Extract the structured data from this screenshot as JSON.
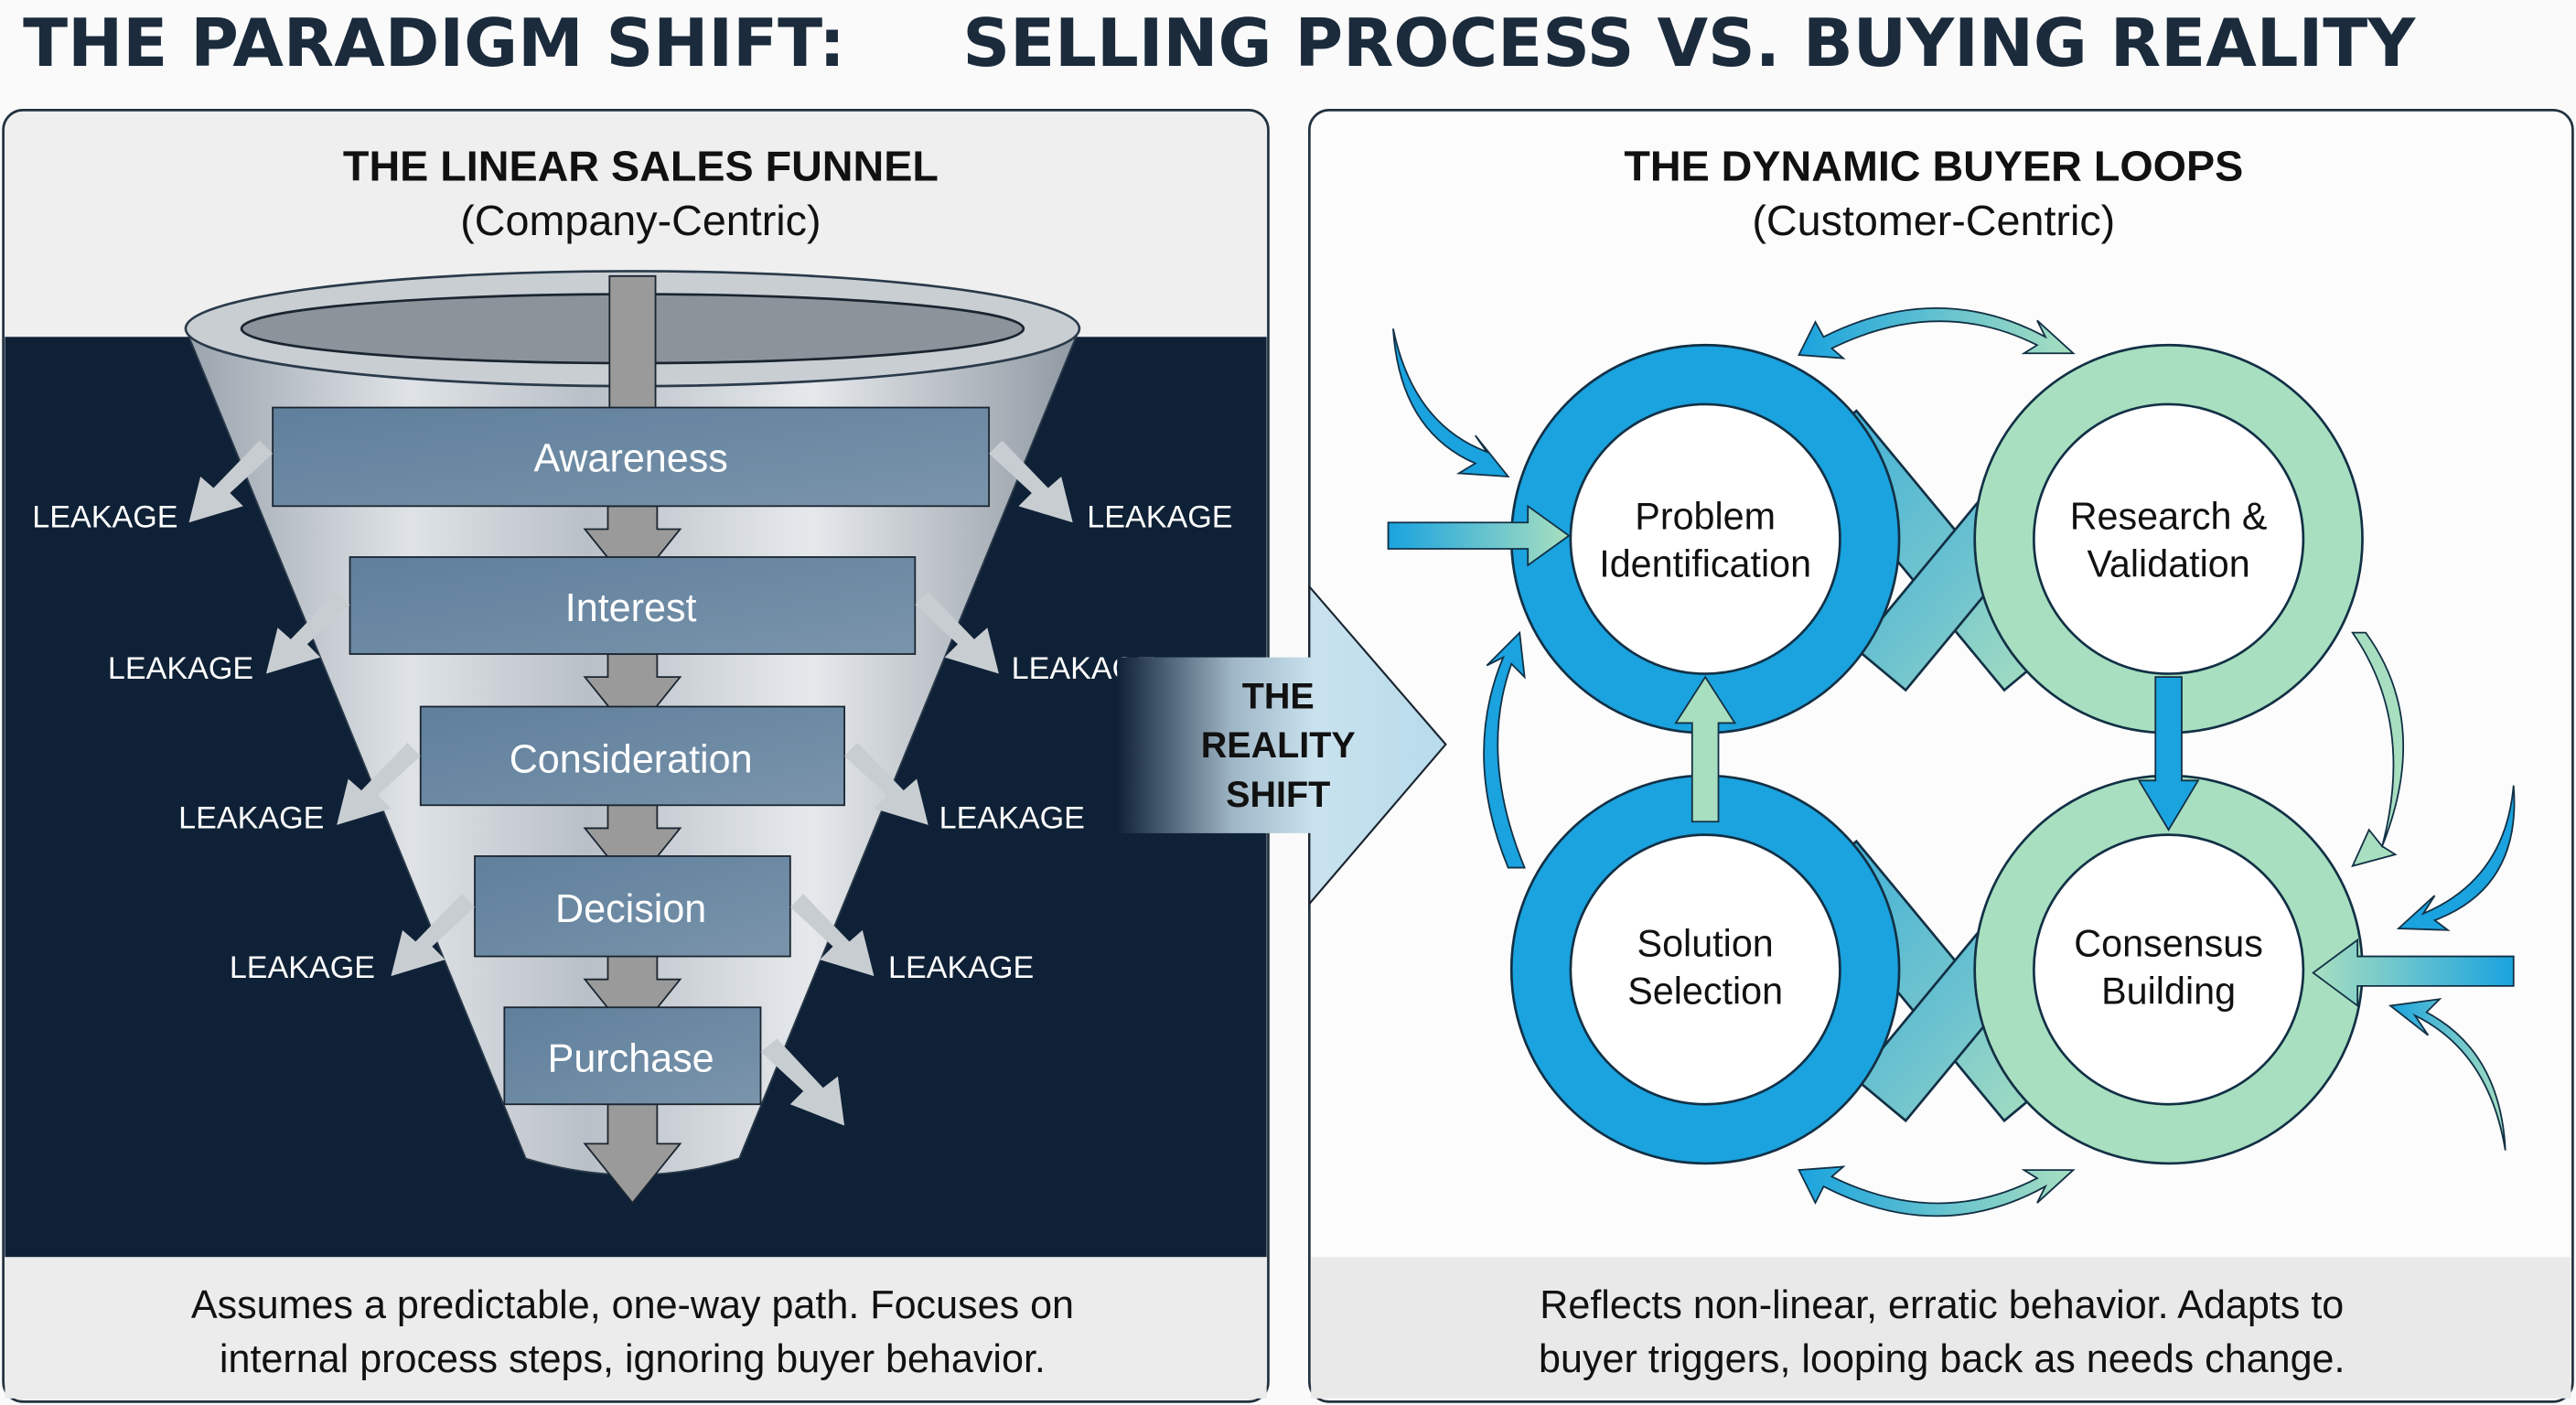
{
  "title": {
    "part1": "THE PARADIGM SHIFT:",
    "part2": "SELLING PROCESS VS. BUYING REALITY"
  },
  "left_panel": {
    "heading": "THE LINEAR SALES FUNNEL",
    "subheading": "(Company-Centric)",
    "stages": [
      "Awareness",
      "Interest",
      "Consideration",
      "Decision",
      "Purchase"
    ],
    "leakage_label": "LEAKAGE",
    "footer": [
      "Assumes a predictable, one-way path. Focuses on",
      "internal process steps, ignoring buyer behavior."
    ]
  },
  "shift_arrow": {
    "lines": [
      "THE",
      "REALITY",
      "SHIFT"
    ]
  },
  "right_panel": {
    "heading": "THE DYNAMIC BUYER LOOPS",
    "subheading": "(Customer-Centric)",
    "loops": [
      {
        "lines": [
          "Problem",
          "Identification"
        ]
      },
      {
        "lines": [
          "Research &",
          "Validation"
        ]
      },
      {
        "lines": [
          "Solution",
          "Selection"
        ]
      },
      {
        "lines": [
          "Consensus",
          "Building"
        ]
      }
    ],
    "footer": [
      "Reflects non-linear, erratic behavior. Adapts to",
      "buyer triggers, looping back as needs change."
    ]
  },
  "colors": {
    "title": "#1b2b3c",
    "navy": "#0f2136",
    "stage_box": "#6b88a3",
    "loop_blue": "#1aa3df",
    "loop_green": "#a8dfc0"
  }
}
